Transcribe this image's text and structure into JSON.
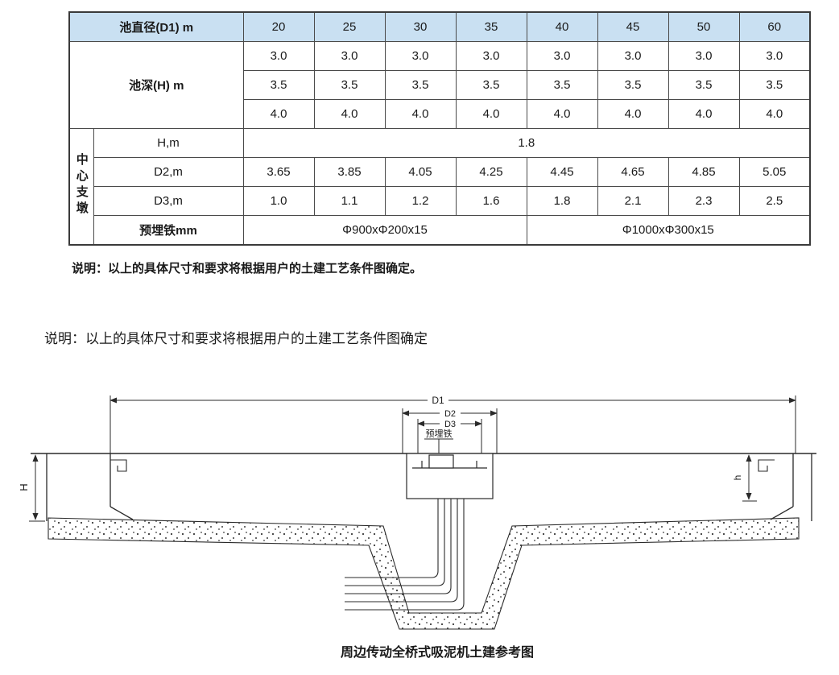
{
  "table": {
    "header_label": "池直径(D1) m",
    "diameters": [
      "20",
      "25",
      "30",
      "35",
      "40",
      "45",
      "50",
      "60"
    ],
    "depth_label": "池深(H) m",
    "depth_rows": [
      [
        "3.0",
        "3.0",
        "3.0",
        "3.0",
        "3.0",
        "3.0",
        "3.0",
        "3.0"
      ],
      [
        "3.5",
        "3.5",
        "3.5",
        "3.5",
        "3.5",
        "3.5",
        "3.5",
        "3.5"
      ],
      [
        "4.0",
        "4.0",
        "4.0",
        "4.0",
        "4.0",
        "4.0",
        "4.0",
        "4.0"
      ]
    ],
    "pier_label": "中心支墩",
    "pier_rows": {
      "h": {
        "label": "H,m",
        "value": "1.8"
      },
      "d2": {
        "label": "D2,m",
        "values": [
          "3.65",
          "3.85",
          "4.05",
          "4.25",
          "4.45",
          "4.65",
          "4.85",
          "5.05"
        ]
      },
      "d3": {
        "label": "D3,m",
        "values": [
          "1.0",
          "1.1",
          "1.2",
          "1.6",
          "1.8",
          "2.1",
          "2.3",
          "2.5"
        ]
      },
      "iron": {
        "label": "预埋铁mm",
        "left": "Φ900xΦ200x15",
        "right": "Φ1000xΦ300x15"
      }
    },
    "note": "说明：以上的具体尺寸和要求将根据用户的土建工艺条件图确定。"
  },
  "note_standalone": "说明：以上的具体尺寸和要求将根据用户的土建工艺条件图确定",
  "diagram": {
    "dim_d1": "D1",
    "dim_d2": "D2",
    "dim_d3": "D3",
    "embedded_iron_label": "预埋铁",
    "dim_H": "H",
    "dim_h": "h",
    "caption": "周边传动全桥式吸泥机土建参考图"
  },
  "colors": {
    "header_bg": "#c9e0f2",
    "table_border": "#3a3a3a",
    "line": "#2a2a2a"
  }
}
